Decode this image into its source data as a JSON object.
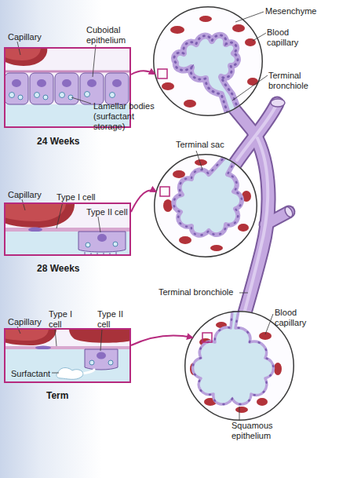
{
  "diagram": {
    "nodes": [
      {
        "text": [
          "Capillary",
          "Cuboidal epithelium",
          "Lamellar bodies (surfactant storage)",
          "24 Weeks"
        ]
      },
      {
        "text": [
          "Mesenchyme",
          "Blood capillary",
          "Terminal bronchiole"
        ]
      },
      {
        "text": [
          "Capillary",
          "Type I cell",
          "Type II cell",
          "28 Weeks"
        ]
      },
      {
        "text": [
          "Terminal sac"
        ]
      },
      {
        "text": [
          "Capillary",
          "Type I cell",
          "Type II cell",
          "Surfactant",
          "Term"
        ]
      },
      {
        "text": [
          "Blood capillary",
          "Squamous epithelium"
        ]
      }
    ],
    "edges": [
      {
        "from": 0,
        "to": 1,
        "arrow": "to"
      },
      {
        "from": 2,
        "to": 3,
        "arrow": "to"
      },
      {
        "from": 4,
        "to": 5,
        "arrow": "to"
      }
    ],
    "labels": [
      "Terminal bronchiole"
    ]
  }
}
